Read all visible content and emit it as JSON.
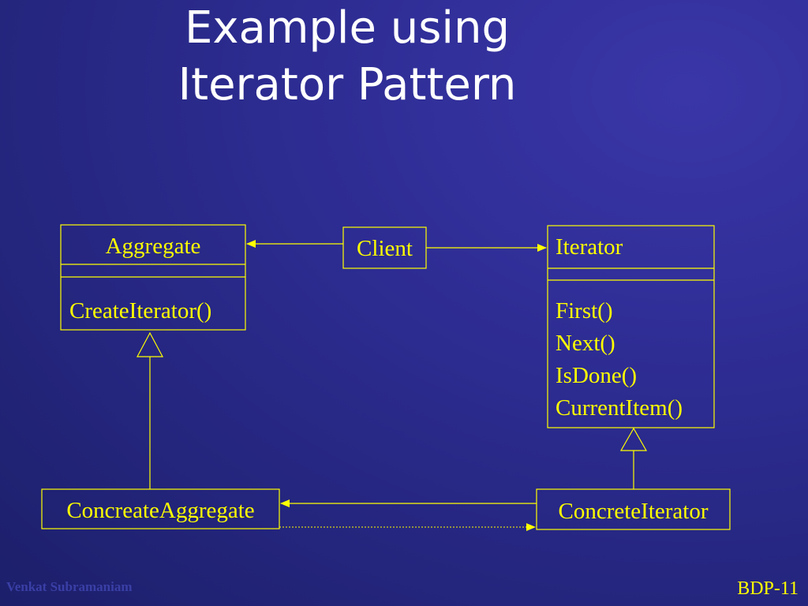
{
  "slide": {
    "title_line1": "Example using",
    "title_line2": "Iterator Pattern",
    "footer_author": "Venkat Subramaniam",
    "footer_page": "BDP-11"
  },
  "colors": {
    "line": "#ffff00",
    "text": "#ffff00",
    "title": "#ffffff"
  },
  "diagram": {
    "aggregate": {
      "name": "Aggregate",
      "operations": [
        "CreateIterator()"
      ]
    },
    "client": {
      "name": "Client"
    },
    "iterator": {
      "name": "Iterator",
      "operations": [
        "First()",
        "Next()",
        "IsDone()",
        "CurrentItem()"
      ]
    },
    "concrete_aggregate": {
      "name": "ConcreateAggregate"
    },
    "concrete_iterator": {
      "name": "ConcreteIterator"
    }
  }
}
